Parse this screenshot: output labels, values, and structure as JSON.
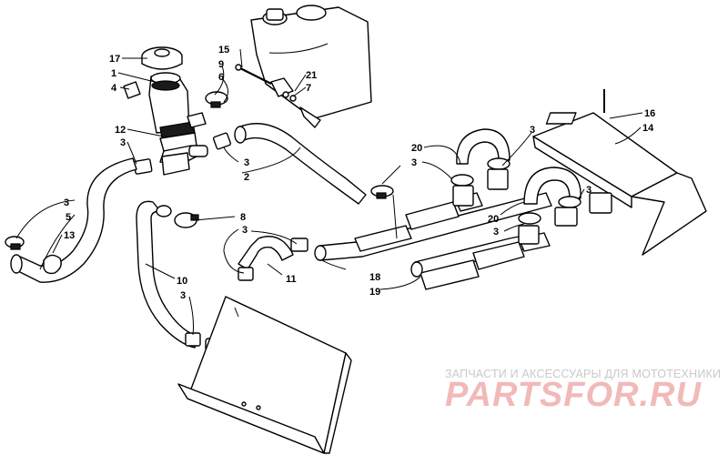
{
  "callouts": [
    {
      "id": "c17",
      "text": "17"
    },
    {
      "id": "c1",
      "text": "1"
    },
    {
      "id": "c4",
      "text": "4"
    },
    {
      "id": "c12",
      "text": "12"
    },
    {
      "id": "c3a",
      "text": "3"
    },
    {
      "id": "c9",
      "text": "9"
    },
    {
      "id": "c6",
      "text": "6"
    },
    {
      "id": "c15",
      "text": "15"
    },
    {
      "id": "c21",
      "text": "21"
    },
    {
      "id": "c7",
      "text": "7"
    },
    {
      "id": "c3b",
      "text": "3"
    },
    {
      "id": "c2",
      "text": "2"
    },
    {
      "id": "c3c",
      "text": "3"
    },
    {
      "id": "c5",
      "text": "5"
    },
    {
      "id": "c13",
      "text": "13"
    },
    {
      "id": "c8",
      "text": "8"
    },
    {
      "id": "c3d",
      "text": "3"
    },
    {
      "id": "c11",
      "text": "11"
    },
    {
      "id": "c10",
      "text": "10"
    },
    {
      "id": "c3e",
      "text": "3"
    },
    {
      "id": "c20a",
      "text": "20"
    },
    {
      "id": "c3f",
      "text": "3"
    },
    {
      "id": "c3g",
      "text": "3"
    },
    {
      "id": "c16",
      "text": "16"
    },
    {
      "id": "c14",
      "text": "14"
    },
    {
      "id": "c3h",
      "text": "3"
    },
    {
      "id": "c20b",
      "text": "20"
    },
    {
      "id": "c3i",
      "text": "3"
    },
    {
      "id": "c18",
      "text": "18"
    },
    {
      "id": "c19",
      "text": "19"
    }
  ],
  "watermark": {
    "tagline": "ЗАПЧАСТИ И АКСЕССУАРЫ ДЛЯ МОТОТЕХНИКИ",
    "logo": "PARTSFOR.RU"
  }
}
